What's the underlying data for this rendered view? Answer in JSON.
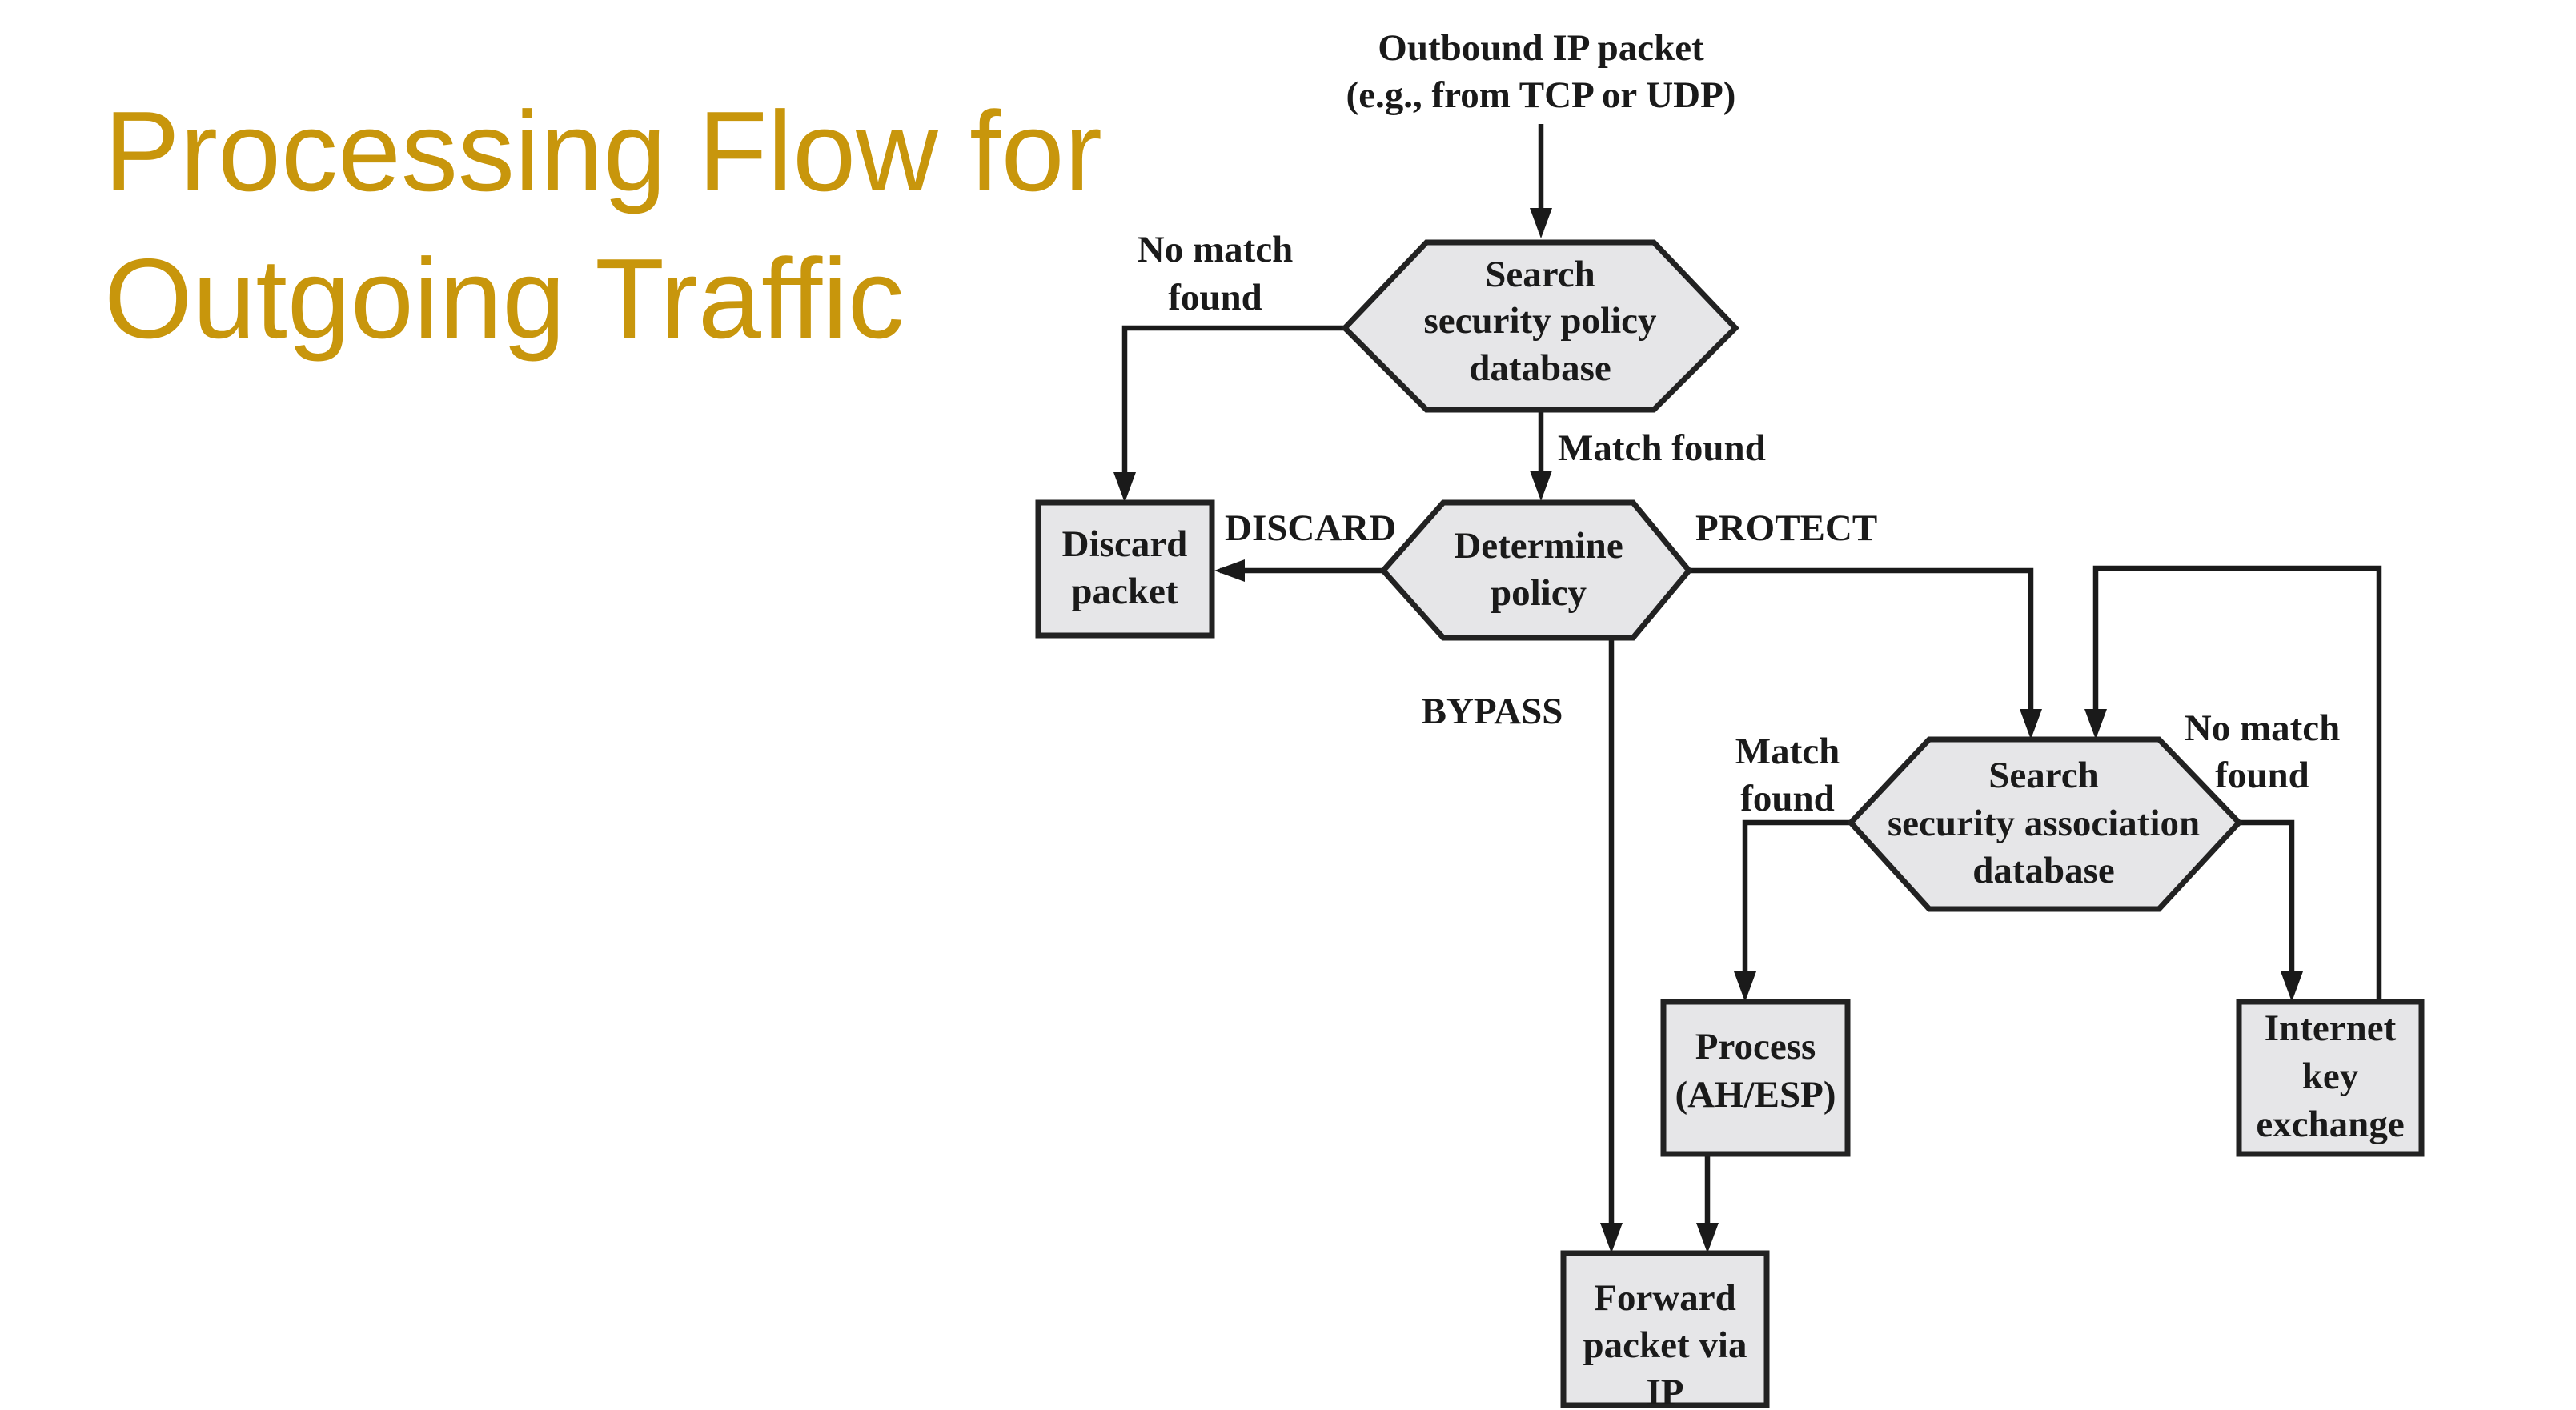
{
  "title": {
    "line1": "Processing Flow for",
    "line2": "Outgoing Traffic",
    "color": "#c8960c"
  },
  "diagram": {
    "start": {
      "line1": "Outbound IP packet",
      "line2": "(e.g., from TCP or UDP)"
    },
    "spd": {
      "line1": "Search",
      "line2": "security policy",
      "line3": "database"
    },
    "determine": {
      "line1": "Determine",
      "line2": "policy"
    },
    "discard": {
      "line1": "Discard",
      "line2": "packet"
    },
    "sad": {
      "line1": "Search",
      "line2": "security association",
      "line3": "database"
    },
    "process": {
      "line1": "Process",
      "line2": "(AH/ESP)"
    },
    "ike": {
      "line1": "Internet",
      "line2": "key",
      "line3": "exchange"
    },
    "forward": {
      "line1": "Forward",
      "line2": "packet via",
      "line3": "IP"
    },
    "labels": {
      "spd_nomatch_1": "No match",
      "spd_nomatch_2": "found",
      "spd_match": "Match found",
      "discard": "DISCARD",
      "protect": "PROTECT",
      "bypass": "BYPASS",
      "sad_match_1": "Match",
      "sad_match_2": "found",
      "sad_nomatch_1": "No match",
      "sad_nomatch_2": "found"
    }
  }
}
